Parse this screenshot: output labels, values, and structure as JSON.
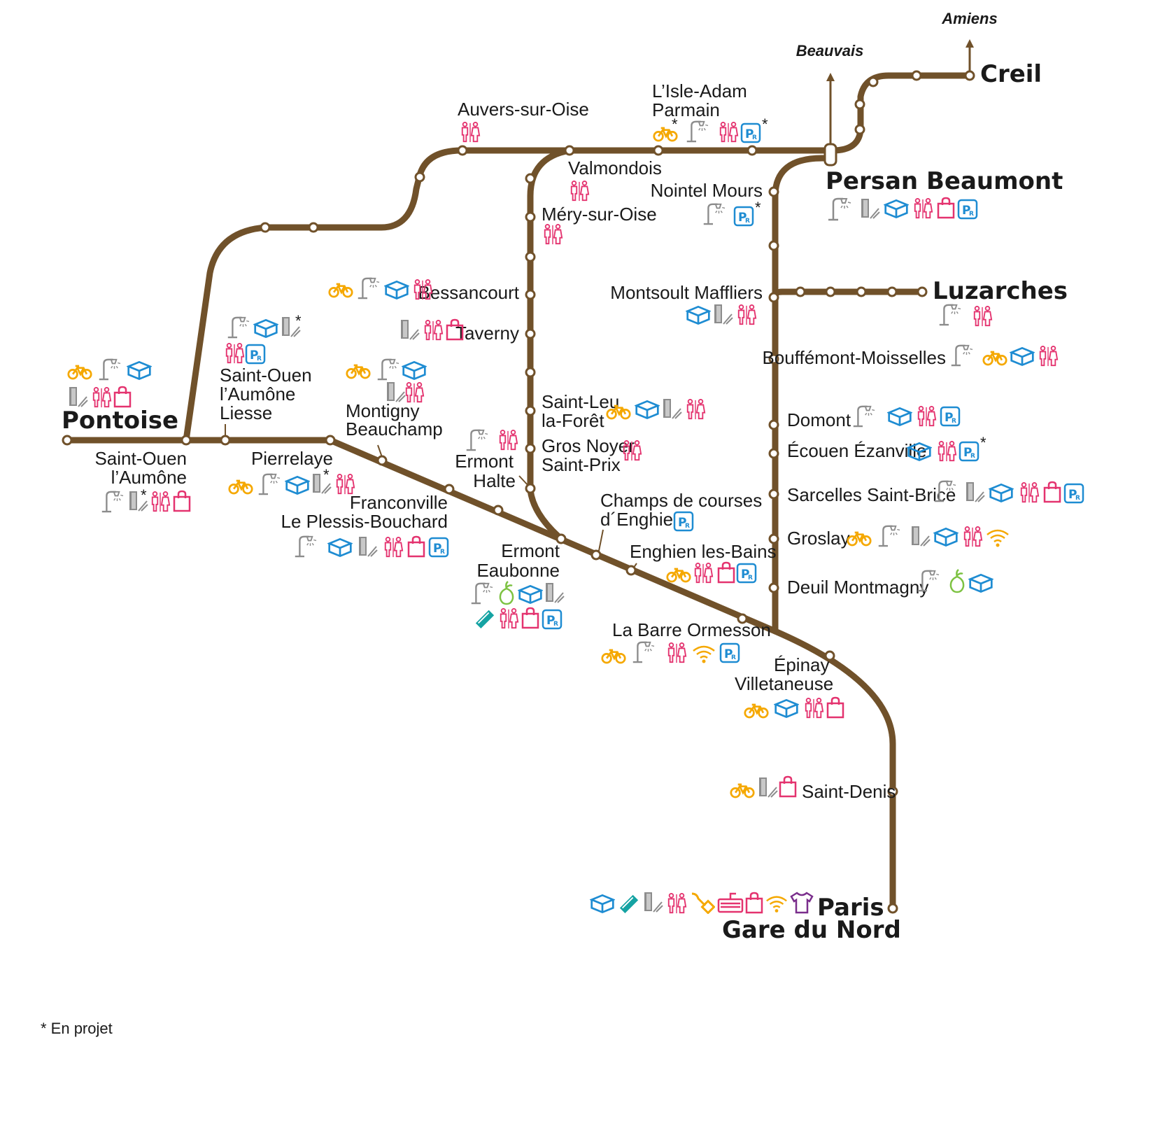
{
  "line_color": "#70512a",
  "service_colors": {
    "bike": "#f5a800",
    "lamp": "#8c8c8c",
    "box": "#1e8cd2",
    "door": "#8c8c8c",
    "wc": "#e4336f",
    "bag": "#e4336f",
    "parking": "#1e8cd2",
    "wifi": "#f5a800",
    "ticket": "#15a3a3",
    "plant": "#7dc242",
    "shirt": "#7a2e8c"
  },
  "directions": {
    "amiens": "Amiens",
    "beauvais": "Beauvais"
  },
  "stations": {
    "creil": "Creil",
    "persan": "Persan Beaumont",
    "luzarches": "Luzarches",
    "pontoise": "Pontoise",
    "paris_1": "Paris",
    "paris_2": "Gare du Nord",
    "auvers": "Auvers-sur-Oise",
    "isle_1": "L’Isle-Adam",
    "isle_2": "Parmain",
    "valmondois": "Valmondois",
    "nointel": "Nointel Mours",
    "mery": "Méry-sur-Oise",
    "bessancourt": "Bessancourt",
    "montsoult": "Montsoult Maffliers",
    "taverny": "Taverny",
    "bouffemont": "Bouffémont-Moisselles",
    "sol_liesse_1": "Saint-Ouen",
    "sol_liesse_2": "l’Aumône",
    "sol_liesse_3": "Liesse",
    "montigny_1": "Montigny",
    "montigny_2": "Beauchamp",
    "saintleu_1": "Saint-Leu",
    "saintleu_2": "la-Forêt",
    "domont": "Domont",
    "grosnoyer_1": "Gros Noyer",
    "grosnoyer_2": "Saint-Prix",
    "ecouen": "Écouen Ézanville",
    "ermonthalte_1": "Ermont",
    "ermonthalte_2": "Halte",
    "sol_1": "Saint-Ouen",
    "sol_2": "l’Aumône",
    "pierrelaye": "Pierrelaye",
    "sarcelles": "Sarcelles Saint-Brice",
    "champs_1": "Champs de courses",
    "champs_2": "d´Enghien",
    "franconville_1": "Franconville",
    "franconville_2": "Le Plessis-Bouchard",
    "groslay": "Groslay",
    "enghien": "Enghien les-Bains",
    "ermonteaubonne_1": "Ermont",
    "ermonteaubonne_2": "Eaubonne",
    "deuil": "Deuil Montmagny",
    "labarre": "La Barre Ormesson",
    "epinay_1": "Épinay",
    "epinay_2": "Villetaneuse",
    "saintdenis": "Saint-Denis"
  },
  "asterisk": "*",
  "footnote": "* En projet"
}
